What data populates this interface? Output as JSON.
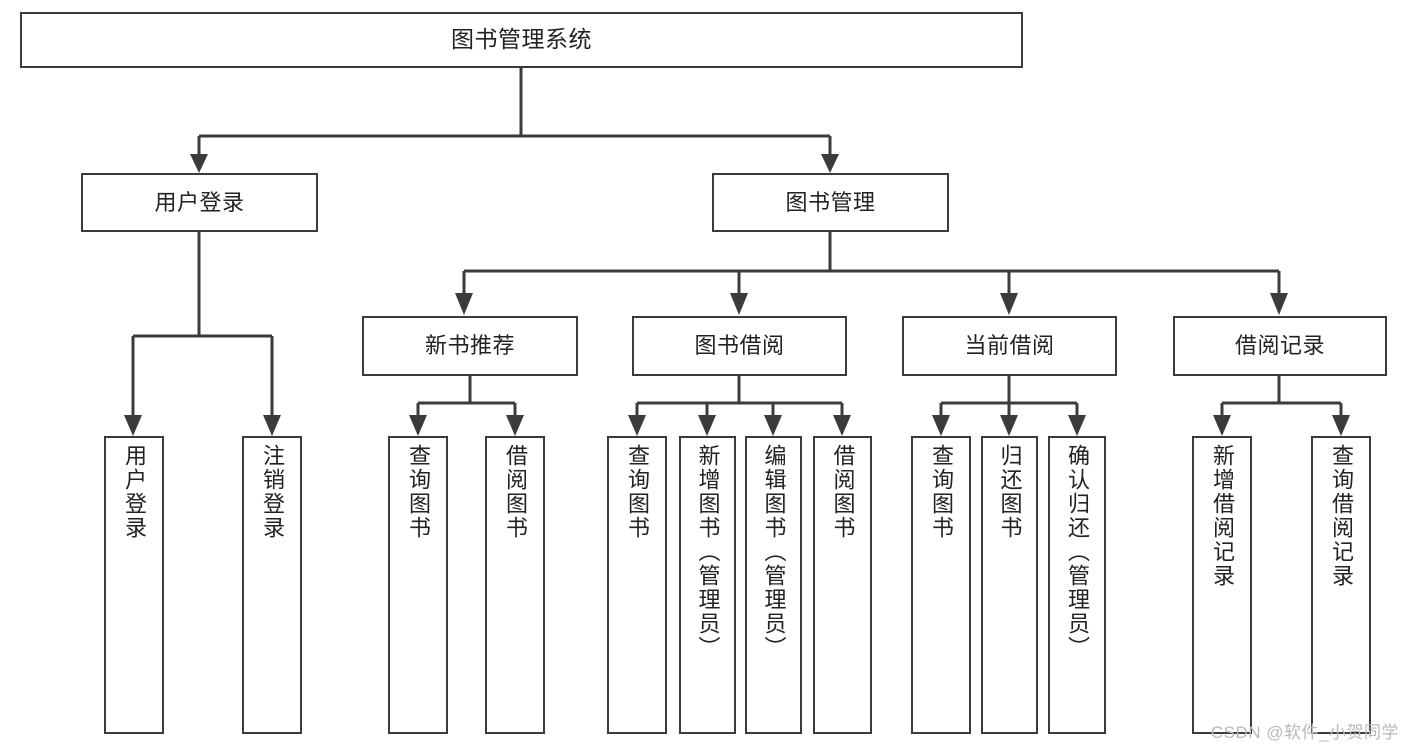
{
  "diagram": {
    "title": "图书管理系统",
    "type": "tree-hierarchy",
    "watermark": "CSDN @软件_小贺同学",
    "colors": {
      "background": "#ffffff",
      "stroke": "#3b3b3b",
      "text": "#222222",
      "watermark": "#b9b9b9"
    }
  },
  "nodes": {
    "root": {
      "label": "图书管理系统",
      "level": 0
    },
    "level1": [
      {
        "id": "user-login",
        "label": "用户登录"
      },
      {
        "id": "book-manage",
        "label": "图书管理"
      }
    ],
    "level2": [
      {
        "id": "new-book-recommend",
        "label": "新书推荐",
        "parent": "book-manage"
      },
      {
        "id": "book-borrow",
        "label": "图书借阅",
        "parent": "book-manage"
      },
      {
        "id": "current-borrow",
        "label": "当前借阅",
        "parent": "book-manage"
      },
      {
        "id": "borrow-record",
        "label": "借阅记录",
        "parent": "book-manage"
      }
    ],
    "leaves": {
      "user-login": [
        {
          "id": "leaf-user-login",
          "label": "用户登录"
        },
        {
          "id": "leaf-logout",
          "label": "注销登录"
        }
      ],
      "new-book-recommend": [
        {
          "id": "leaf-query-book-1",
          "label": "查询图书"
        },
        {
          "id": "leaf-borrow-book-1",
          "label": "借阅图书"
        }
      ],
      "book-borrow": [
        {
          "id": "leaf-query-book-2",
          "label": "查询图书"
        },
        {
          "id": "leaf-add-book",
          "label": "新增图书（管理员）"
        },
        {
          "id": "leaf-edit-book",
          "label": "编辑图书（管理员）"
        },
        {
          "id": "leaf-borrow-book-2",
          "label": "借阅图书"
        }
      ],
      "current-borrow": [
        {
          "id": "leaf-query-book-3",
          "label": "查询图书"
        },
        {
          "id": "leaf-return-book",
          "label": "归还图书"
        },
        {
          "id": "leaf-confirm-return",
          "label": "确认归还（管理员）"
        }
      ],
      "borrow-record": [
        {
          "id": "leaf-add-record",
          "label": "新增借阅记录"
        },
        {
          "id": "leaf-query-record",
          "label": "查询借阅记录"
        }
      ]
    }
  }
}
